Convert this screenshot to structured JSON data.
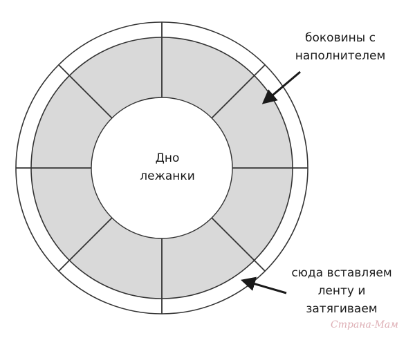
{
  "diagram": {
    "center_label": "Дно\nлежанки",
    "callouts": {
      "top": "боковины с\nнаполнителем",
      "bottom": "сюда вставляем\nленту и\nзатягиваем"
    },
    "colors": {
      "segment_fill": "#d9d9d9",
      "stroke": "#333333",
      "center_fill": "#ffffff"
    },
    "segment_count": 8
  },
  "watermark": "Страна-Мам"
}
